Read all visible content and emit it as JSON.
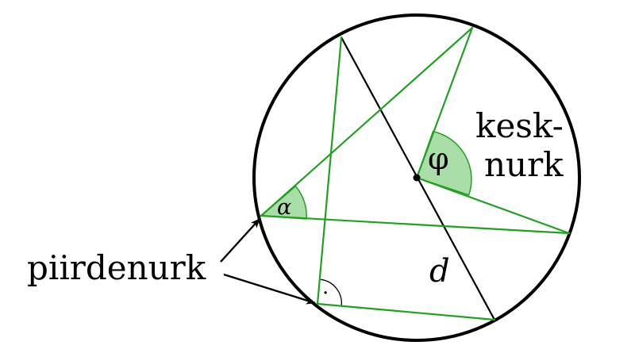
{
  "labels": {
    "inscribed_angle": "piirdenurk",
    "central_angle_line1": "kesk-",
    "central_angle_line2": "nurk",
    "alpha": "α",
    "phi": "φ",
    "diameter": "d",
    "right_angle_dot": "·"
  },
  "colors": {
    "circle": "#000000",
    "diameter": "#000000",
    "chords": "#22a022",
    "angle_fill": "#a9dea9",
    "angle_stroke": "#22a022",
    "arrows": "#000000"
  }
}
